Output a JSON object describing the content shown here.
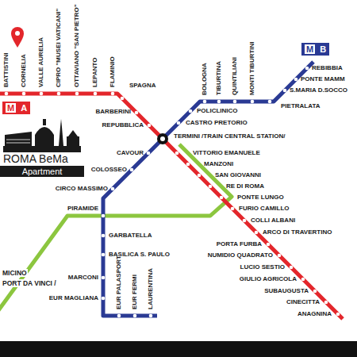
{
  "diagram": {
    "nodes": [
      {
        "text": [
          "M",
          "A"
        ]
      },
      {
        "text": [
          "M",
          "B"
        ]
      },
      {
        "text": [
          "ROMA BeMa",
          "Apartment"
        ]
      }
    ],
    "labels": [
      "BATTISTINI",
      "CORNELIA",
      "VALLE AURELIA",
      "CIPRO \"MUSEI VATICANI\"",
      "OTTAVIANO \"SAN PIETRO\"",
      "LEPANTO",
      "FLAMINIO",
      "SPAGNA",
      "BARBERINI",
      "REPUBBLICA",
      "TERMINI /TRAIN CENTRAL STATION/",
      "VITTORIO EMANUELE",
      "MANZONI",
      "SAN GIOVANNI",
      "RE DI ROMA",
      "PONTE LUNGO",
      "FURIO CAMILLO",
      "COLLI ALBANI",
      "ARCO DI TRAVERTINO",
      "PORTA FURBA",
      "NUMIDIO QUADRATO",
      "LUCIO SESTIO",
      "GIULIO AGRICOLA",
      "SUBAUGUSTA",
      "CINECITTA",
      "ANAGNINA",
      "REBIBBIA",
      "PONTE MAMM",
      "S.MARIA D.SOCCO",
      "PIETRALATA",
      "MONTI TIBURTINI",
      "QUINTILIANI",
      "TIBURTINA",
      "BOLOGNA",
      "POLICLINICO",
      "CASTRO PRETORIO",
      "CAVOUR",
      "COLOSSEO",
      "CIRCO MASSIMO",
      "PIRAMIDE",
      "GARBATELLA",
      "BASILICA S. PAULO",
      "MARCONI",
      "EUR MAGLIANA",
      "EUR PALASPORT",
      "EUR FERMI",
      "LAURENTINA",
      "MICINO",
      "PORT DA VINCI /"
    ]
  }
}
